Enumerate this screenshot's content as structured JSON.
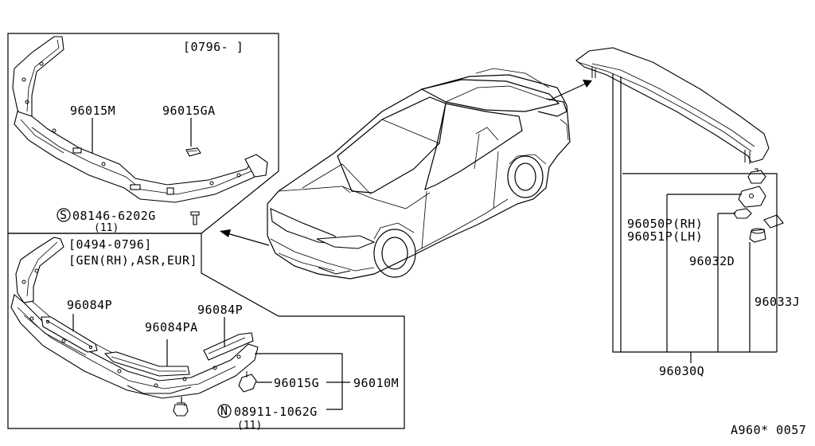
{
  "colors": {
    "line": "#000000",
    "background": "#ffffff"
  },
  "top_box": {
    "date_range": "[0796-    ]",
    "parts": {
      "p96015M": "96015M",
      "p96015GA": "96015GA",
      "screw_prefix": "S",
      "screw": "08146-6202G",
      "screw_qty": "(11)"
    }
  },
  "bottom_box": {
    "date_range": "[0494-0796]",
    "condition": "[GEN(RH),ASR,EUR]",
    "parts": {
      "p96084P_a": "96084P",
      "p96084P_b": "96084P",
      "p96084PA": "96084PA",
      "p96015G": "96015G",
      "p96010M": "96010M",
      "nut_prefix": "N",
      "nut": "08911-1062G",
      "nut_qty": "(11)"
    }
  },
  "spoiler": {
    "parts": {
      "p96050P": "96050P(RH)",
      "p96051P": "96051P(LH)",
      "p96032D": "96032D",
      "p96033J": "96033J",
      "p96030Q": "96030Q"
    }
  },
  "footer": {
    "code": "A960* 0057"
  }
}
